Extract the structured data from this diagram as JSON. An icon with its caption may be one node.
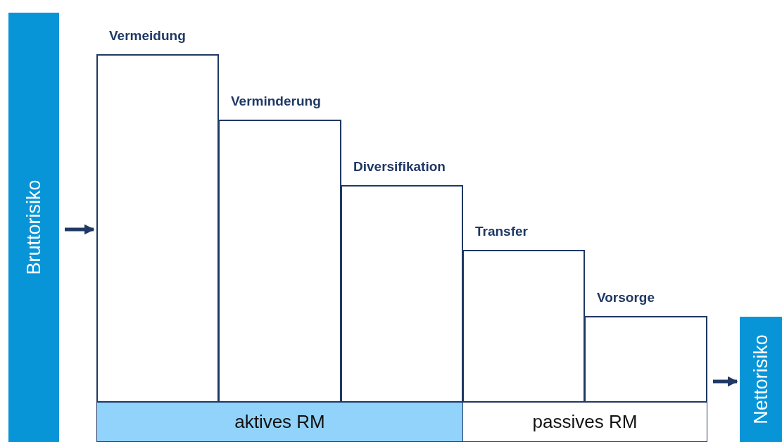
{
  "diagram": {
    "nodes": [
      {
        "text": [
          "Bruttorisiko"
        ]
      },
      {
        "text": [
          "Vermeidung"
        ]
      },
      {
        "text": [
          "Verminderung"
        ]
      },
      {
        "text": [
          "Diversifikation"
        ]
      },
      {
        "text": [
          "Transfer"
        ]
      },
      {
        "text": [
          "Vorsorge"
        ]
      },
      {
        "text": [
          "aktives RM"
        ]
      },
      {
        "text": [
          "passives RM"
        ]
      },
      {
        "text": [
          "Nettorisiko"
        ]
      }
    ],
    "edges": [
      {
        "from": 0,
        "to": 1,
        "arrow": "to"
      },
      {
        "from": 5,
        "to": 8,
        "arrow": "to"
      }
    ]
  }
}
